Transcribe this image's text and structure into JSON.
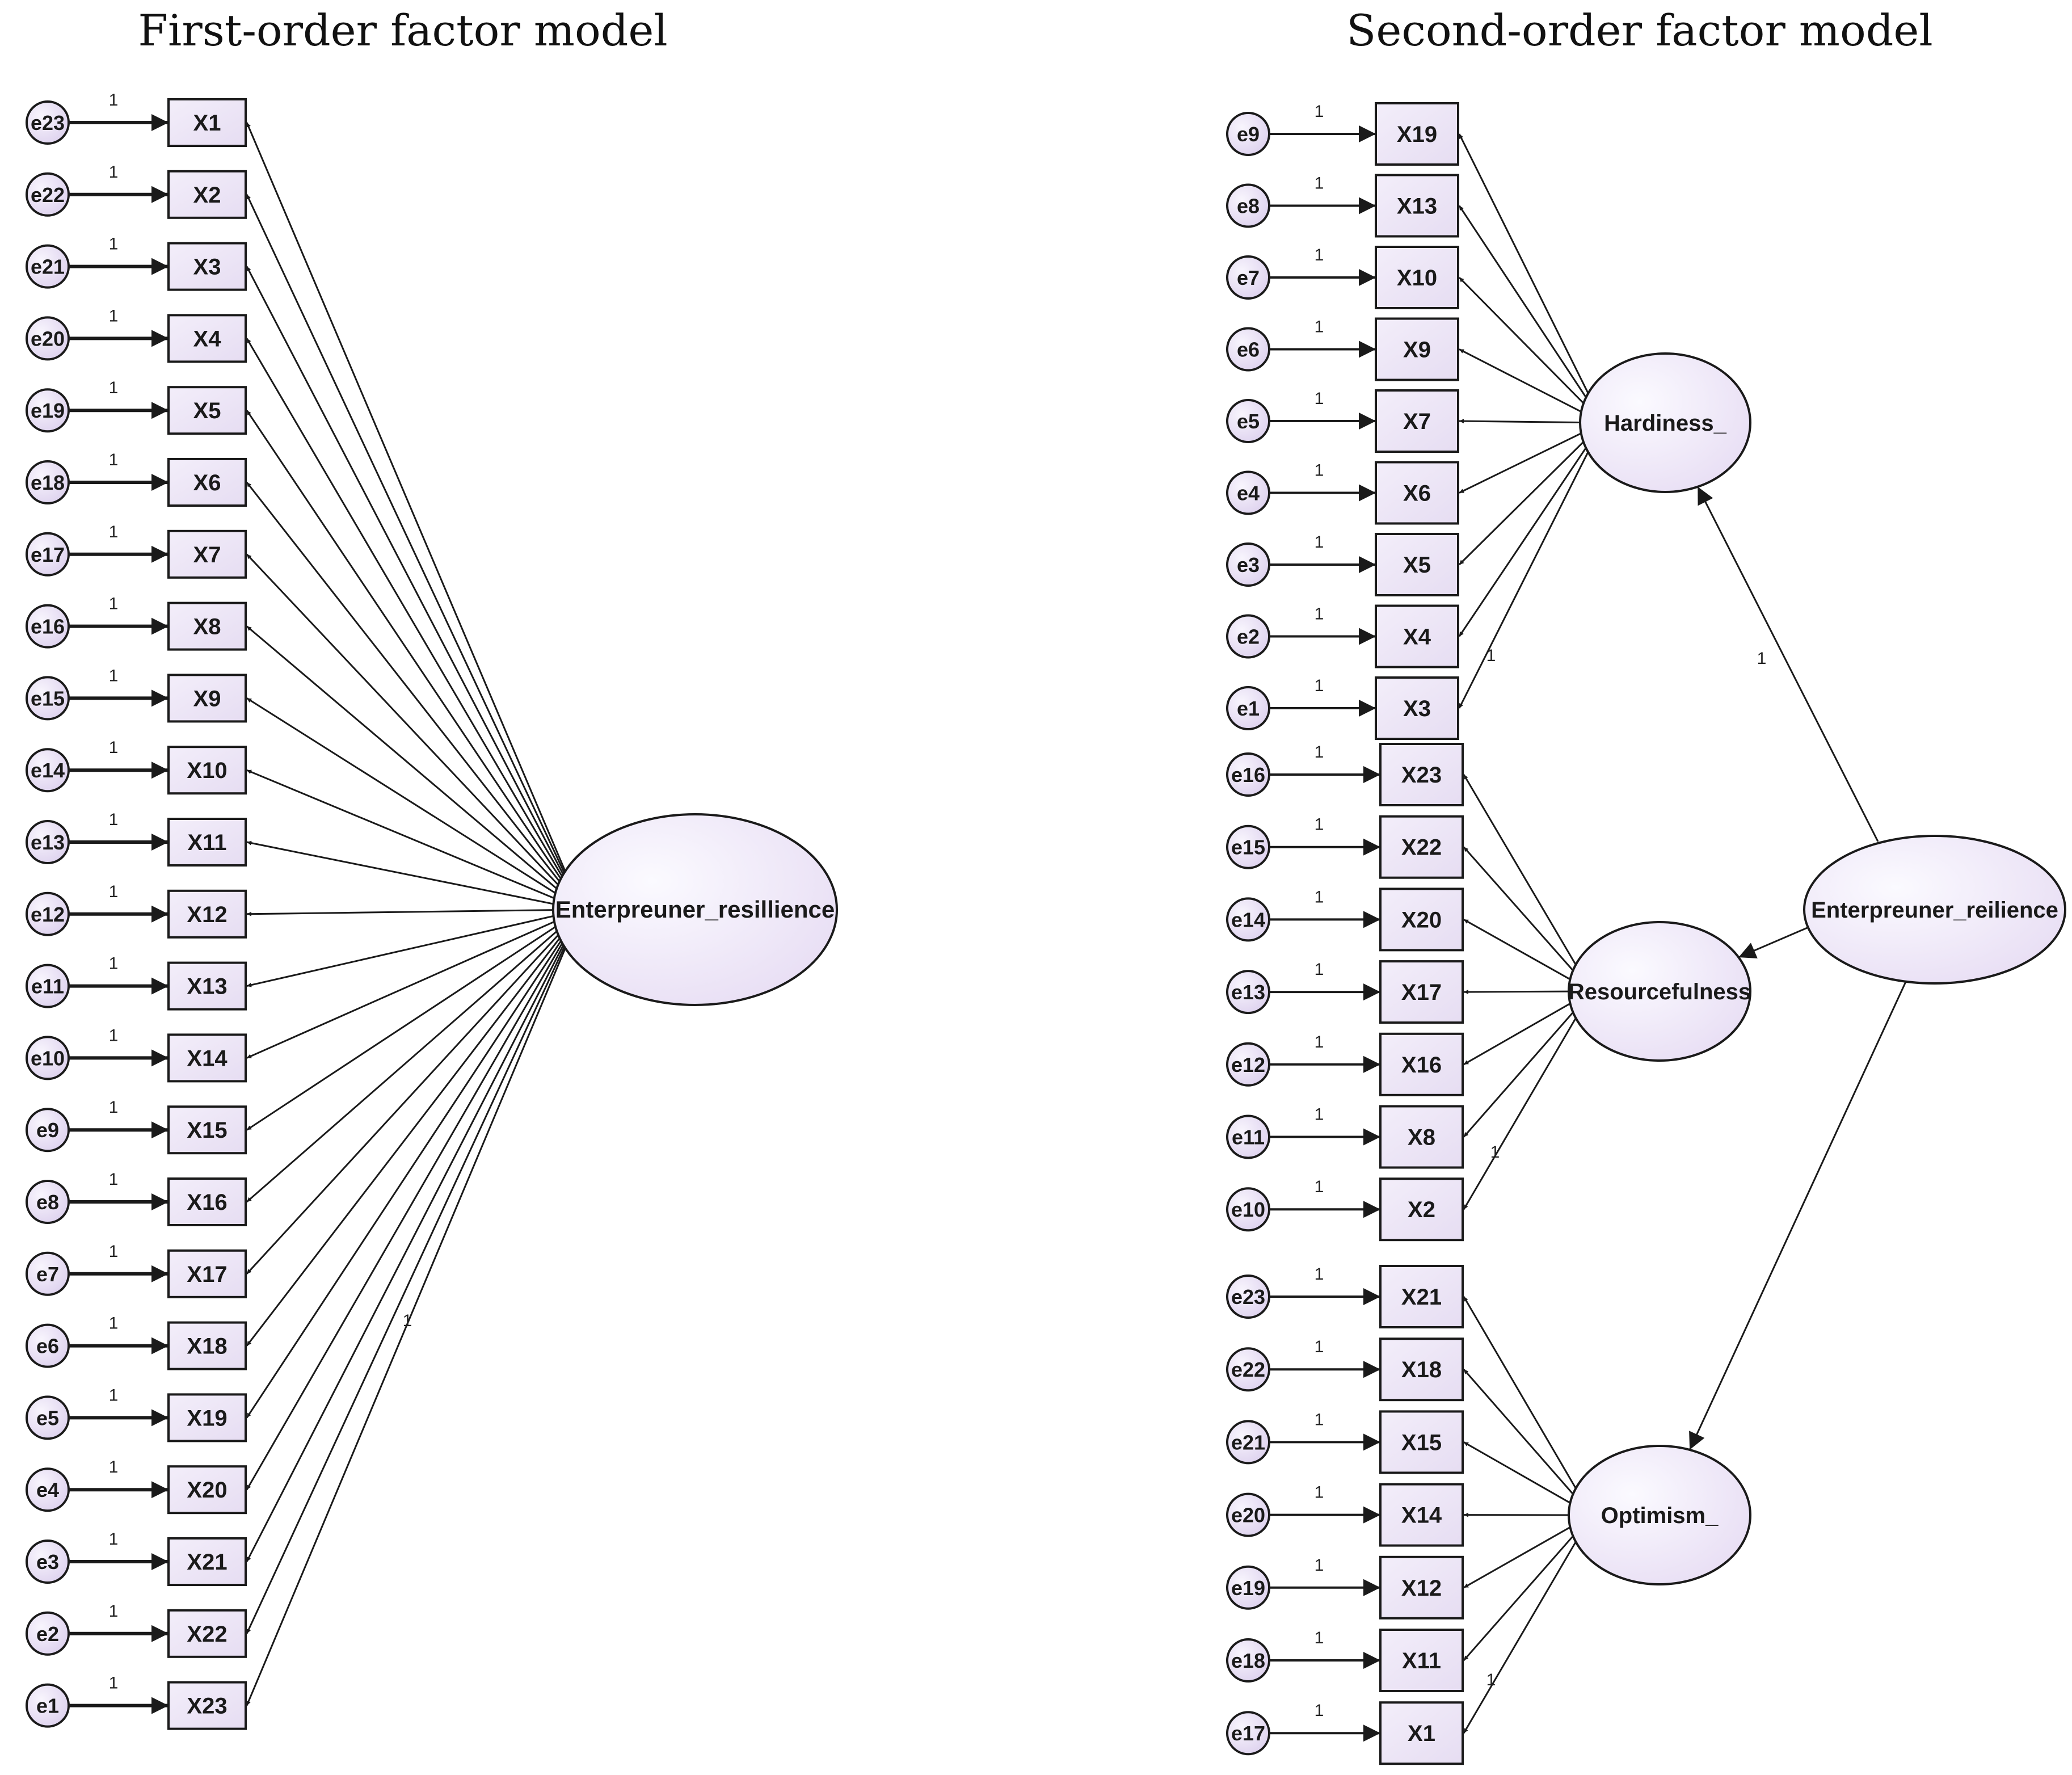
{
  "colors": {
    "node_fill": "#ede7f6",
    "node_fill_light": "#f6f2fb",
    "stroke": "#1a1a1a"
  },
  "panels": [
    {
      "id": "first-order",
      "title": "First-order factor model",
      "rows": [
        [
          "e23",
          "X1"
        ],
        [
          "e22",
          "X2"
        ],
        [
          "e21",
          "X3"
        ],
        [
          "e20",
          "X4"
        ],
        [
          "e19",
          "X5"
        ],
        [
          "e18",
          "X6"
        ],
        [
          "e17",
          "X7"
        ],
        [
          "e16",
          "X8"
        ],
        [
          "e15",
          "X9"
        ],
        [
          "e14",
          "X10"
        ],
        [
          "e13",
          "X11"
        ],
        [
          "e12",
          "X12"
        ],
        [
          "e11",
          "X13"
        ],
        [
          "e10",
          "X14"
        ],
        [
          "e9",
          "X15"
        ],
        [
          "e8",
          "X16"
        ],
        [
          "e7",
          "X17"
        ],
        [
          "e6",
          "X18"
        ],
        [
          "e5",
          "X19"
        ],
        [
          "e4",
          "X20"
        ],
        [
          "e3",
          "X21"
        ],
        [
          "e2",
          "X22"
        ],
        [
          "e1",
          "X23"
        ]
      ],
      "error_weight": "1",
      "factor": "Enterpreuner_resillience",
      "factor_weight": "1"
    },
    {
      "id": "second-order",
      "title": "Second-order factor model",
      "groups": [
        {
          "factor": "Hardiness_",
          "rows": [
            [
              "e9",
              "X19"
            ],
            [
              "e8",
              "X13"
            ],
            [
              "e7",
              "X10"
            ],
            [
              "e6",
              "X9"
            ],
            [
              "e5",
              "X7"
            ],
            [
              "e4",
              "X6"
            ],
            [
              "e3",
              "X5"
            ],
            [
              "e2",
              "X4"
            ],
            [
              "e1",
              "X3"
            ]
          ],
          "loading_label": "1"
        },
        {
          "factor": "Resourcefulness",
          "rows": [
            [
              "e16",
              "X23"
            ],
            [
              "e15",
              "X22"
            ],
            [
              "e14",
              "X20"
            ],
            [
              "e13",
              "X17"
            ],
            [
              "e12",
              "X16"
            ],
            [
              "e11",
              "X8"
            ],
            [
              "e10",
              "X2"
            ]
          ],
          "loading_label": "1"
        },
        {
          "factor": "Optimism_",
          "rows": [
            [
              "e23",
              "X21"
            ],
            [
              "e22",
              "X18"
            ],
            [
              "e21",
              "X15"
            ],
            [
              "e20",
              "X14"
            ],
            [
              "e19",
              "X12"
            ],
            [
              "e18",
              "X11"
            ],
            [
              "e17",
              "X1"
            ]
          ],
          "loading_label": "1"
        }
      ],
      "error_weight": "1",
      "higher_factor": "Enterpreuner_reilience",
      "higher_weight": "1"
    }
  ]
}
